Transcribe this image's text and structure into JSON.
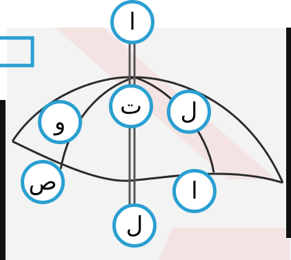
{
  "colors": {
    "bubble_border": "#2a9fd1",
    "bubble_fill": "#ffffff",
    "umbrella_line": "#2b2b2b",
    "panel_background": "#f3f3f3",
    "watermark": "#f4d6d6",
    "frame": "#111111"
  },
  "letters": {
    "top": "ا",
    "center": "ت",
    "right_upper": "ل",
    "left_upper": "و",
    "left_lower": "ص",
    "right_lower": "ا",
    "bottom": "ل"
  }
}
